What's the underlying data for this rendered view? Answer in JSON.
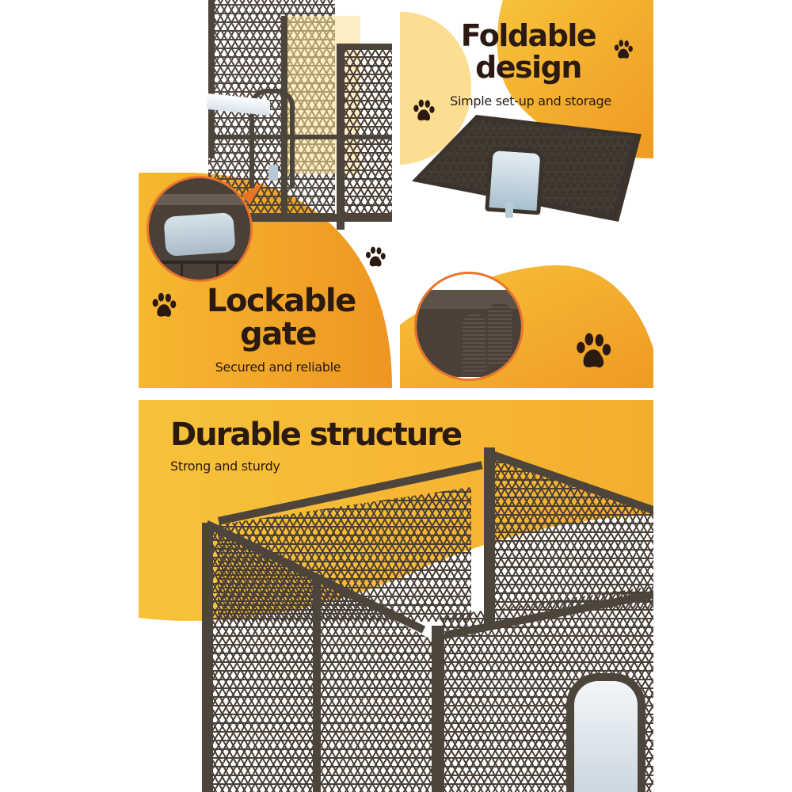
{
  "colors": {
    "orange_light": "#F7C23A",
    "orange_dark": "#EF9A22",
    "pale_yellow": "#FBDE92",
    "text_dark": "#2A1A12",
    "fence_brown": "#4D443B",
    "callout_orange": "#E8742A"
  },
  "panels": {
    "lockable": {
      "title_line1": "Lockable",
      "title_line2": "gate",
      "subtitle": "Secured and reliable",
      "icons": [
        "paw-icon",
        "paw-icon"
      ],
      "image_alt": "Close-up of gate latch lock"
    },
    "foldable": {
      "title_line1": "Foldable",
      "title_line2": "design",
      "subtitle": "Simple set-up and storage",
      "icons": [
        "paw-icon",
        "paw-icon",
        "paw-icon"
      ],
      "image_alt": "Folded playpen panels with hinge close-up"
    },
    "durable": {
      "title": "Durable structure",
      "subtitle": "Strong and sturdy",
      "image_alt": "Assembled brown plastic pet playpen with door"
    }
  }
}
